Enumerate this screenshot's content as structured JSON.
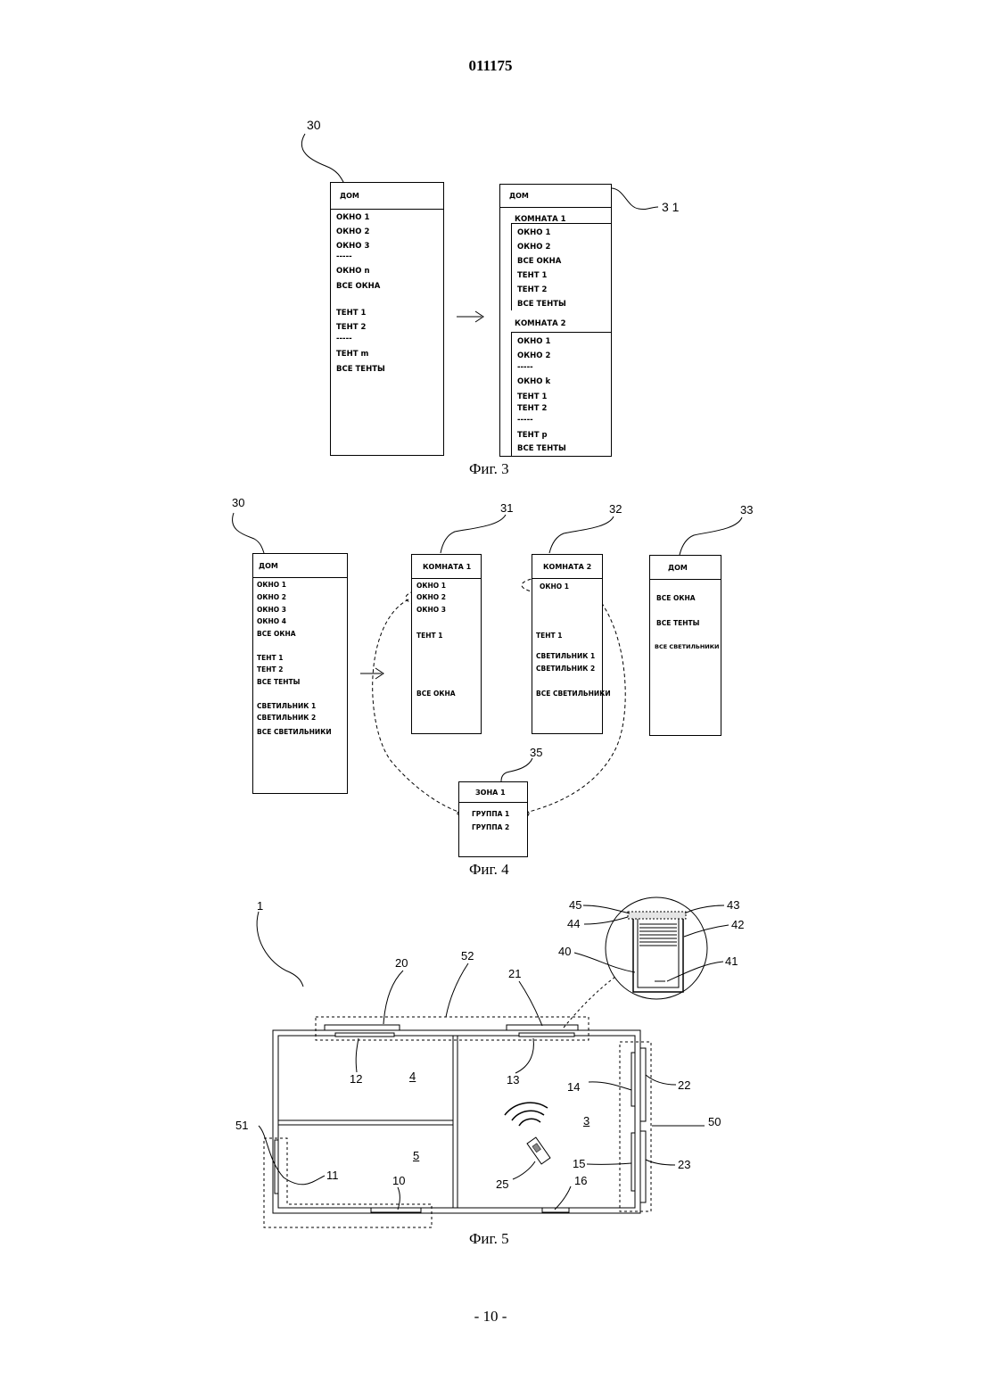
{
  "doc_number": "011175",
  "page_number": "- 10 -",
  "fig3": {
    "caption": "Фиг. 3",
    "ref_left": "30",
    "ref_right": "3 1",
    "left_panel": {
      "header": "ДОМ",
      "items": [
        "ОКНО 1",
        "ОКНО 2",
        "ОКНО 3",
        "-----",
        "ОКНО n",
        "ВСЕ ОКНА",
        "ТЕНТ 1",
        "ТЕНТ 2",
        "-----",
        "ТЕНТ m",
        "ВСЕ ТЕНТЫ"
      ]
    },
    "right_panel": {
      "header": "ДОМ",
      "room1": {
        "title": "КОМНАТА 1",
        "items": [
          "ОКНО 1",
          "ОКНО 2",
          "ВСЕ ОКНА",
          "ТЕНТ 1",
          "ТЕНТ 2",
          "ВСЕ ТЕНТЫ"
        ]
      },
      "room2": {
        "title": "КОМНАТА 2",
        "items": [
          "ОКНО 1",
          "ОКНО 2",
          "-----",
          "ОКНО k",
          "ТЕНТ 1",
          "ТЕНТ 2",
          "-----",
          "ТЕНТ p",
          "ВСЕ ТЕНТЫ"
        ]
      }
    }
  },
  "fig4": {
    "caption": "Фиг. 4",
    "refs": {
      "house": "30",
      "room1": "31",
      "room2": "32",
      "house2": "33",
      "zone": "35"
    },
    "house": {
      "header": "ДОМ",
      "items": [
        "ОКНО 1",
        "ОКНО 2",
        "ОКНО 3",
        "ОКНО 4",
        "ВСЕ ОКНА",
        "ТЕНТ 1",
        "ТЕНТ 2",
        "ВСЕ ТЕНТЫ",
        "СВЕТИЛЬНИК 1",
        "СВЕТИЛЬНИК 2",
        "ВСЕ СВЕТИЛЬНИКИ"
      ]
    },
    "room1": {
      "header": "КОМНАТА 1",
      "items": [
        "ОКНО 1",
        "ОКНО 2",
        "ОКНО 3",
        "ТЕНТ 1",
        "ВСЕ ОКНА"
      ]
    },
    "room2": {
      "header": "КОМНАТА 2",
      "items": [
        "ОКНО 1",
        "ТЕНТ 1",
        "СВЕТИЛЬНИК 1",
        "СВЕТИЛЬНИК 2",
        "ВСЕ СВЕТИЛЬНИКИ"
      ]
    },
    "house2": {
      "header": "ДОМ",
      "items": [
        "ВСЕ ОКНА",
        "ВСЕ ТЕНТЫ",
        "ВСЕ СВЕТИЛЬНИКИ"
      ]
    },
    "zone": {
      "header": "ЗОНА 1",
      "items": [
        "ГРУППА 1",
        "ГРУППА 2"
      ]
    }
  },
  "fig5": {
    "caption": "Фиг. 5",
    "labels": [
      "1",
      "20",
      "52",
      "21",
      "45",
      "43",
      "44",
      "42",
      "40",
      "41",
      "12",
      "4",
      "13",
      "14",
      "22",
      "3",
      "50",
      "51",
      "11",
      "5",
      "10",
      "25",
      "15",
      "16",
      "23"
    ]
  }
}
